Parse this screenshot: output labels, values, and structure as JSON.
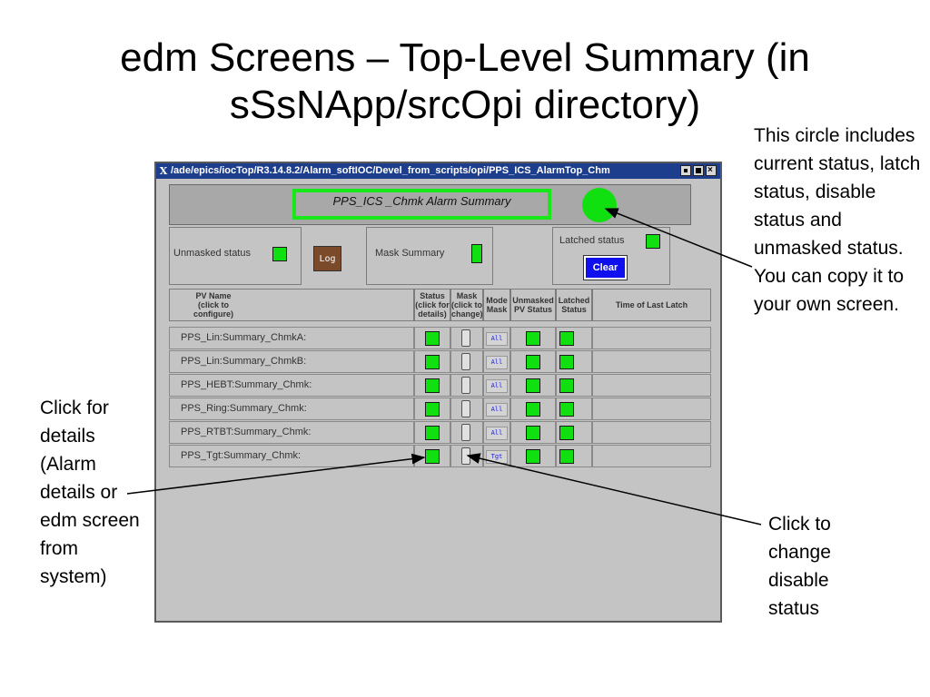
{
  "slide": {
    "title_line1": "edm Screens – Top-Level Summary (in",
    "title_line2": "sSsNApp/srcOpi directory)"
  },
  "callouts": {
    "circle_note": "This circle includes current status, latch status, disable status and unmasked status.  You can copy it to your own screen.",
    "details_note": "Click for details (Alarm details or edm screen from system)",
    "disable_note": "Click to change disable status"
  },
  "window": {
    "x_glyph": "X",
    "title": "/ade/epics/iocTop/R3.14.8.2/Alarm_softIOC/Devel_from_scripts/opi/PPS_ICS_AlarmTop_Chm"
  },
  "header": {
    "title": "PPS_ICS _Chmk Alarm Summary"
  },
  "panels": {
    "unmasked_label": "Unmasked status",
    "log_label": "Log",
    "mask_summary_label": "Mask Summary",
    "latched_label": "Latched status",
    "clear_label": "Clear"
  },
  "table": {
    "headers": {
      "pv_name": "PV Name (click to configure)",
      "status": "Status (click for details)",
      "mask": "Mask (click to change)",
      "mode": "Mode Mask",
      "unmasked": "Unmasked PV Status",
      "latched": "Latched Status",
      "time": "Time of Last Latch"
    },
    "rows": [
      {
        "pv": "PPS_Lin:Summary_ChmkA:",
        "mode": "All"
      },
      {
        "pv": "PPS_Lin:Summary_ChmkB:",
        "mode": "All"
      },
      {
        "pv": "PPS_HEBT:Summary_Chmk:",
        "mode": "All"
      },
      {
        "pv": "PPS_Ring:Summary_Chmk:",
        "mode": "All"
      },
      {
        "pv": "PPS_RTBT:Summary_Chmk:",
        "mode": "All"
      },
      {
        "pv": "PPS_Tgt:Summary_Chmk:",
        "mode": "Tgt"
      }
    ]
  },
  "colors": {
    "ok_green": "#10e010",
    "titlebar_blue": "#1c3e8c",
    "clear_blue": "#1010ee",
    "log_brown": "#7a4a2a"
  }
}
